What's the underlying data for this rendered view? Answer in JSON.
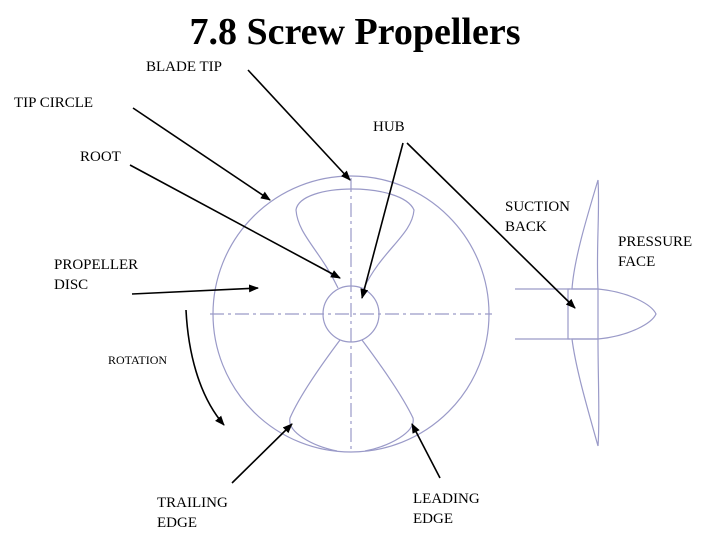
{
  "title": "7.8 Screw Propellers",
  "labels": {
    "blade_tip": "BLADE TIP",
    "tip_circle": "TIP CIRCLE",
    "hub": "HUB",
    "root": "ROOT",
    "suction_back": [
      "SUCTION",
      "BACK"
    ],
    "pressure_face": [
      "PRESSURE",
      "FACE"
    ],
    "propeller_disc": [
      "PROPELLER",
      "DISC"
    ],
    "rotation": "ROTATION",
    "trailing_edge": [
      "TRAILING",
      "EDGE"
    ],
    "leading_edge": [
      "LEADING",
      "EDGE"
    ]
  },
  "colors": {
    "outline": "#9a9ac8",
    "arrow": "#000000",
    "text": "#000000"
  }
}
